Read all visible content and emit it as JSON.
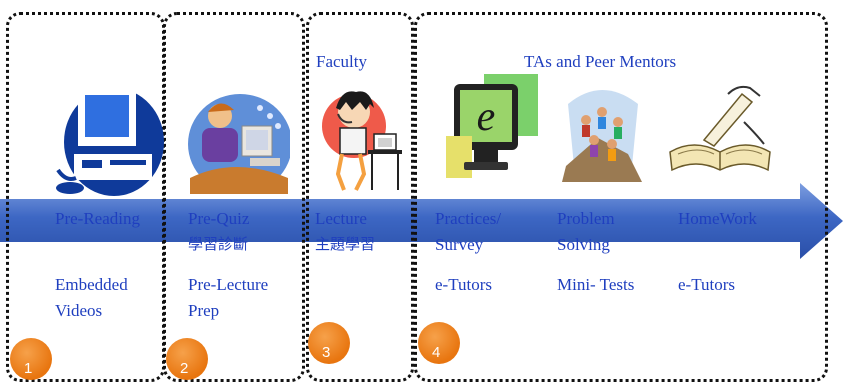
{
  "colors": {
    "arrow": "#3d67c4",
    "text": "#1f3fbf",
    "badge": "#e8750f",
    "border": "#111111"
  },
  "stages": [
    {
      "badge": "1",
      "arrow_label": "Pre-Reading",
      "activity_line1": "Embedded",
      "activity_line2": "Videos",
      "icon": "computer-icon"
    },
    {
      "badge": "2",
      "arrow_label": "Pre-Quiz",
      "arrow_label_zh": "學習診斷",
      "activity_line1": "Pre-Lecture",
      "activity_line2": "Prep",
      "icon": "person-at-computer-icon"
    },
    {
      "badge": "3",
      "header": "Faculty",
      "arrow_label": "Lecture",
      "arrow_label_zh": "主題學習",
      "icon": "lecturer-headset-icon"
    },
    {
      "badge": "4",
      "header": "TAs and Peer Mentors",
      "columns": [
        {
          "arrow_line1": "Practices/",
          "arrow_line2": "Survey",
          "activity": "e-Tutors",
          "icon": "e-monitor-icon"
        },
        {
          "arrow_line1": "Problem",
          "arrow_line2": "Solving",
          "activity": "Mini- Tests",
          "icon": "team-climb-icon"
        },
        {
          "arrow_line1": "HomeWork",
          "activity": "e-Tutors",
          "icon": "open-book-icon"
        }
      ]
    }
  ]
}
